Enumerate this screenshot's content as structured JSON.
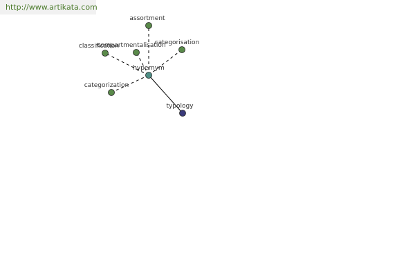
{
  "banner": {
    "url_text": "http://www.artikata.com"
  },
  "graph": {
    "center": {
      "label": "hypernym",
      "color": "#4f8f86"
    },
    "nodes": [
      {
        "id": "assortment",
        "label": "assortment",
        "color": "#5a8a4a",
        "relation": "dashed"
      },
      {
        "id": "classification",
        "label": "classification",
        "color": "#5a8a4a",
        "relation": "dashed"
      },
      {
        "id": "compartmentalisation",
        "label": "compartmentalisation",
        "color": "#5a8a4a",
        "relation": "dashed"
      },
      {
        "id": "categorisation",
        "label": "categorisation",
        "color": "#5a8a4a",
        "relation": "dashed"
      },
      {
        "id": "categorization",
        "label": "categorization",
        "color": "#5a8a4a",
        "relation": "dashed"
      },
      {
        "id": "typology",
        "label": "typology",
        "color": "#3a3a7a",
        "relation": "solid"
      }
    ]
  }
}
